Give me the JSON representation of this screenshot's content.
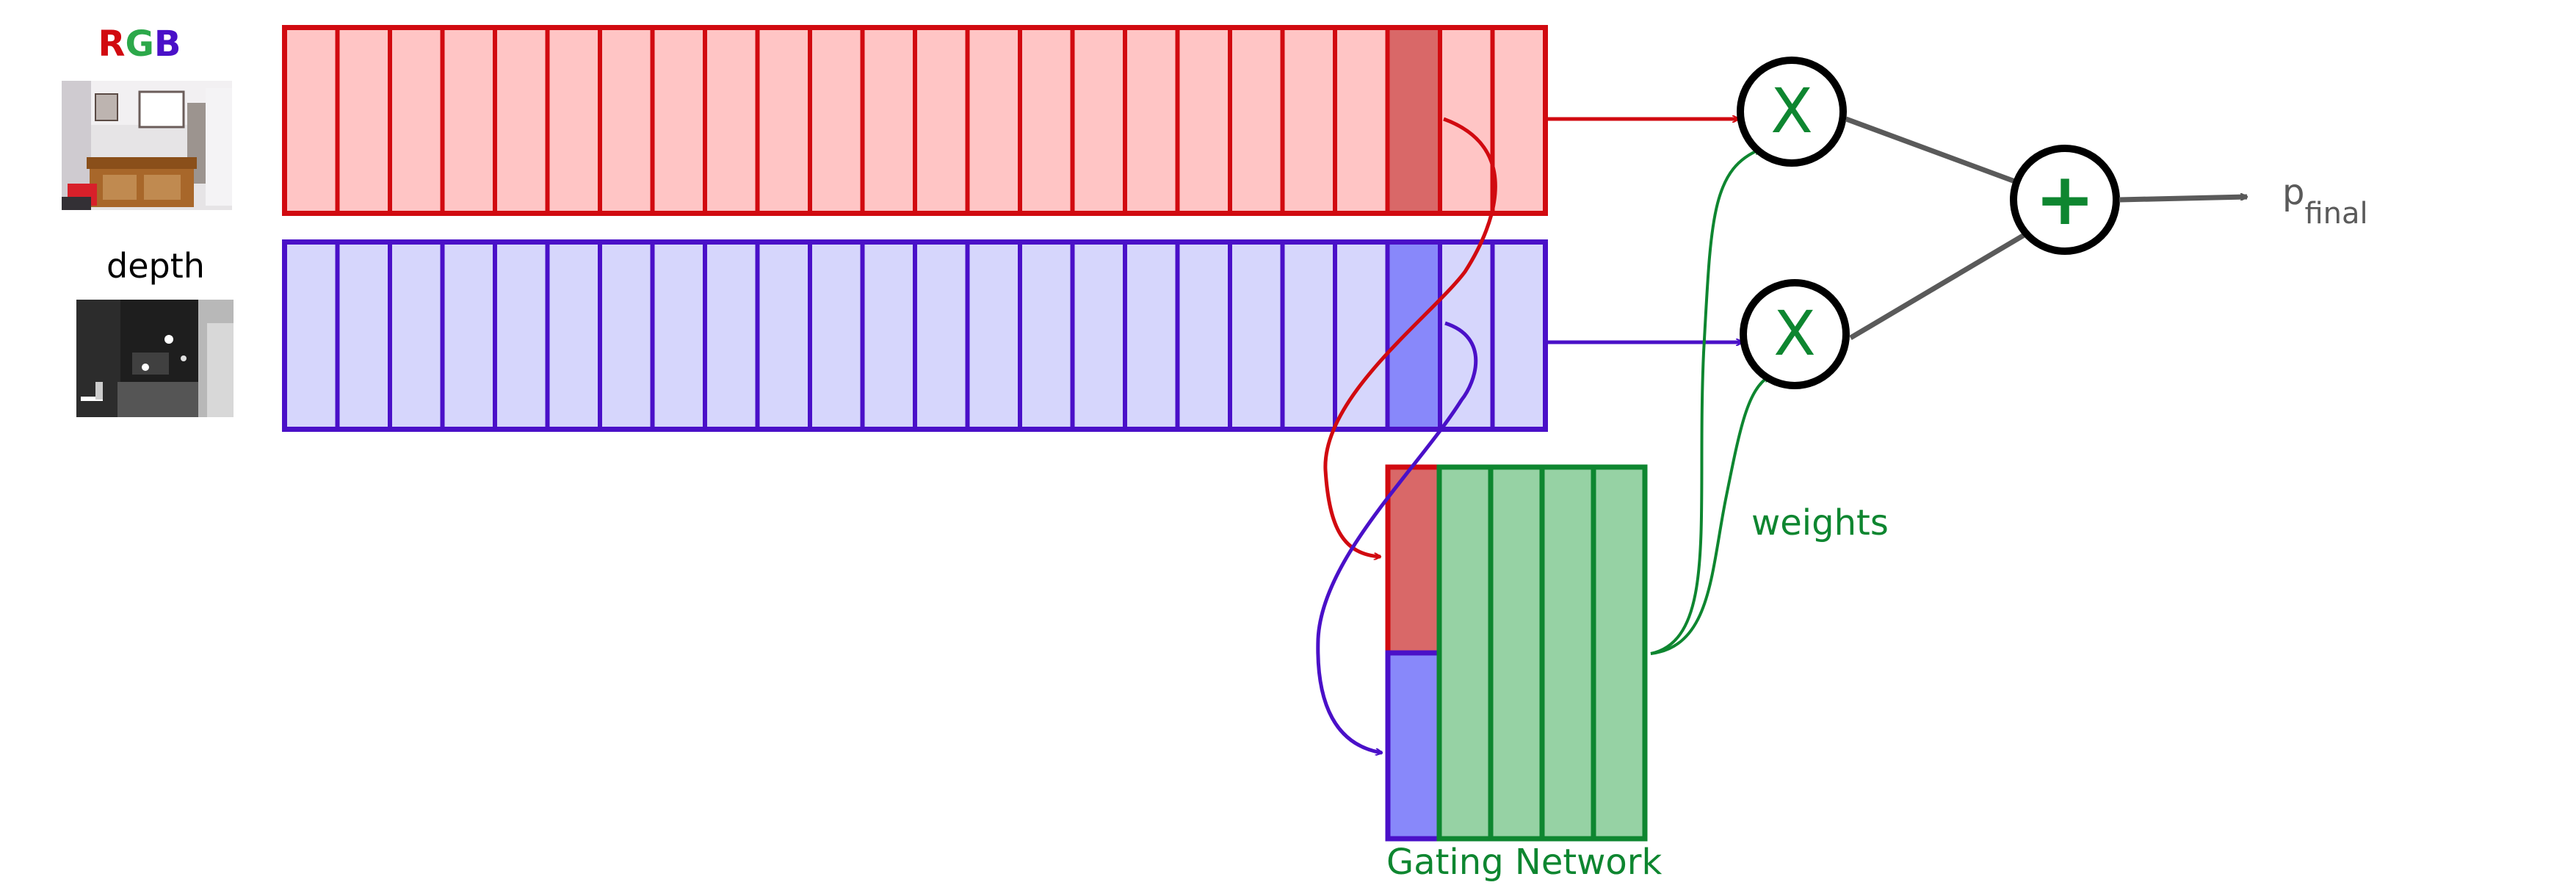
{
  "inputs": {
    "rgb": {
      "label_letters": [
        {
          "char": "R",
          "color": "#d10a10"
        },
        {
          "char": "G",
          "color": "#2ca84a"
        },
        {
          "char": "B",
          "color": "#4a10c8"
        }
      ]
    },
    "depth": {
      "label": "depth"
    }
  },
  "streams": {
    "rgb": {
      "stroke": "#d10a10",
      "fill": "#ffc5c5",
      "highlight": "#d96868"
    },
    "depth": {
      "stroke": "#4a10c8",
      "fill": "#d6d6fc",
      "highlight": "#8888fa"
    }
  },
  "gating": {
    "label": "Gating Network",
    "weights_label": "weights",
    "stroke": "#0e8630",
    "fill": "#96d2a4"
  },
  "operators": {
    "multiply_symbol": "X",
    "add_symbol": "+",
    "symbol_color": "#0e8630",
    "ring_color": "#000000"
  },
  "output": {
    "label_main": "p",
    "label_sub": "final",
    "color": "#5a5a5a"
  }
}
